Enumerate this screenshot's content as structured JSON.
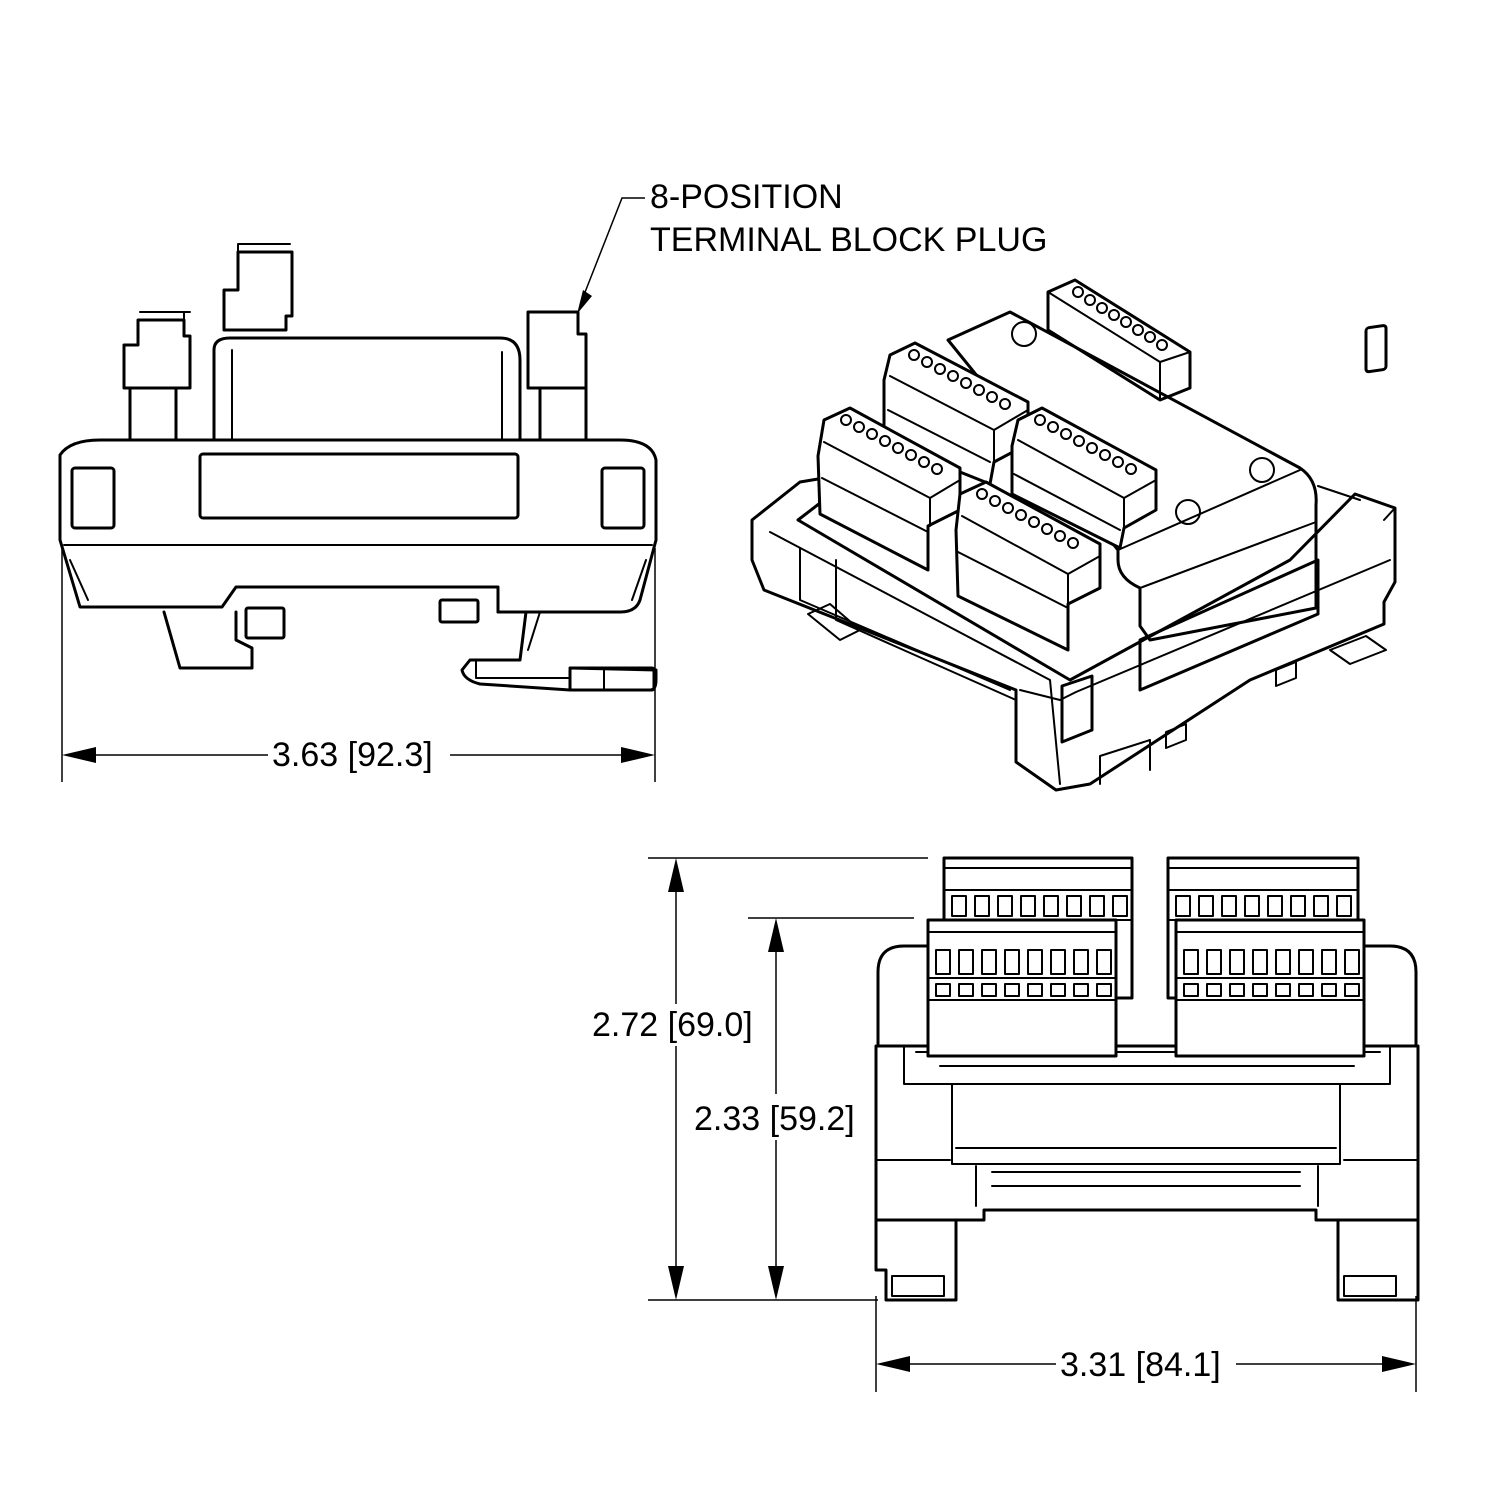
{
  "callout": {
    "line1": "8-POSITION",
    "line2": "TERMINAL BLOCK PLUG"
  },
  "dimensions": {
    "front_width": "3.63 [92.3]",
    "side_height_total": "2.72 [69.0]",
    "side_height_body": "2.33 [59.2]",
    "side_width": "3.31 [84.1]"
  }
}
